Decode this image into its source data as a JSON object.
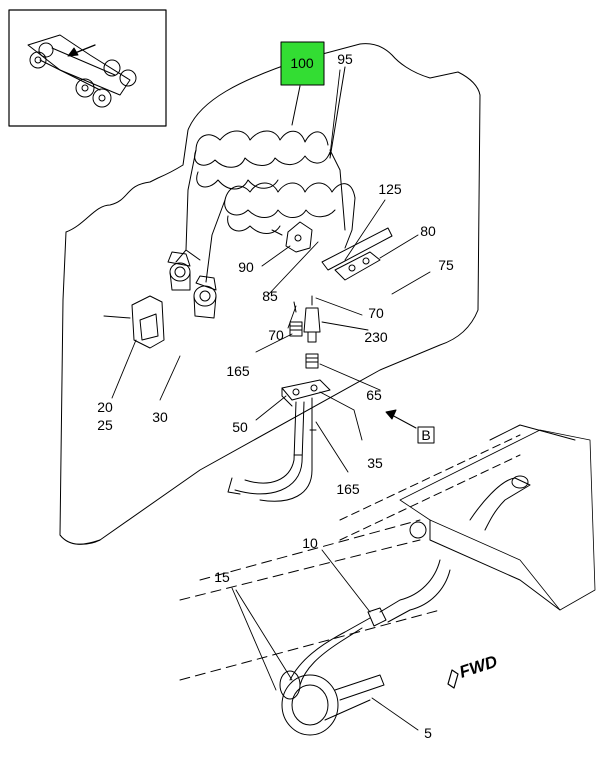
{
  "highlight_color": "#33dd33",
  "callouts": {
    "c100": "100",
    "c95": "95",
    "c125": "125",
    "c80": "80",
    "c75": "75",
    "c90": "90",
    "c85": "85",
    "c70a": "70",
    "c70b": "70",
    "c230": "230",
    "c165a": "165",
    "c65": "65",
    "c20": "20",
    "c25": "25",
    "c30": "30",
    "c50": "50",
    "c35": "35",
    "c165b": "165",
    "cB": "B",
    "c10": "10",
    "c15": "15",
    "c5": "5"
  },
  "fwd_label": "FWD",
  "icons": [
    "locator-thumbnail",
    "forward-direction-arrow",
    "view-reference-arrow"
  ]
}
